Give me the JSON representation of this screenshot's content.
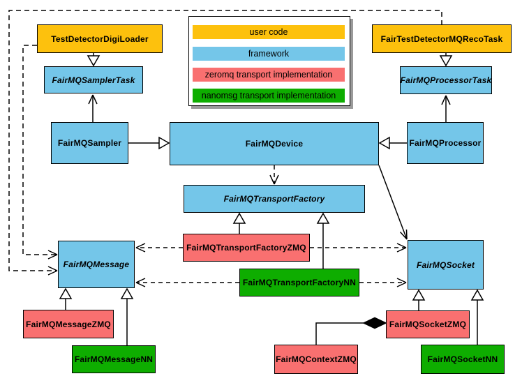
{
  "diagram": {
    "kind": "UML class diagram",
    "background": "#ffffff"
  },
  "palette": {
    "user_code": "#fdc10d",
    "framework": "#74c6e9",
    "zeromq": "#f97070",
    "nanomsg": "#0ead00",
    "line": "#000000",
    "legend_shadow": "#9a9a9a"
  },
  "legend": {
    "items": [
      {
        "label": "user code",
        "color": "#fdc10d"
      },
      {
        "label": "framework",
        "color": "#74c6e9"
      },
      {
        "label": "zeromq transport implementation",
        "color": "#f97070"
      },
      {
        "label": "nanomsg transport implementation",
        "color": "#0ead00"
      }
    ]
  },
  "nodes": {
    "test_detector_digi_loader": {
      "label": "TestDetectorDigiLoader",
      "category": "user code",
      "abstract": false
    },
    "fair_test_detector_mq_reco_task": {
      "label": "FairTestDetectorMQRecoTask",
      "category": "user code",
      "abstract": false
    },
    "fairmq_sampler_task": {
      "label": "FairMQSamplerTask",
      "category": "framework",
      "abstract": true
    },
    "fairmq_processor_task": {
      "label": "FairMQProcessorTask",
      "category": "framework",
      "abstract": true
    },
    "fairmq_sampler": {
      "label": "FairMQSampler",
      "category": "framework",
      "abstract": false
    },
    "fairmq_device": {
      "label": "FairMQDevice",
      "category": "framework",
      "abstract": false
    },
    "fairmq_processor": {
      "label": "FairMQProcessor",
      "category": "framework",
      "abstract": false
    },
    "fairmq_transport_factory": {
      "label": "FairMQTransportFactory",
      "category": "framework",
      "abstract": true
    },
    "fairmq_transport_factory_zmq": {
      "label": "FairMQTransportFactoryZMQ",
      "category": "zeromq",
      "abstract": false
    },
    "fairmq_transport_factory_nn": {
      "label": "FairMQTransportFactoryNN",
      "category": "nanomsg",
      "abstract": false
    },
    "fairmq_message": {
      "label": "FairMQMessage",
      "category": "framework",
      "abstract": true
    },
    "fairmq_socket": {
      "label": "FairMQSocket",
      "category": "framework",
      "abstract": true
    },
    "fairmq_message_zmq": {
      "label": "FairMQMessageZMQ",
      "category": "zeromq",
      "abstract": false
    },
    "fairmq_message_nn": {
      "label": "FairMQMessageNN",
      "category": "nanomsg",
      "abstract": false
    },
    "fairmq_context_zmq": {
      "label": "FairMQContextZMQ",
      "category": "zeromq",
      "abstract": false
    },
    "fairmq_socket_zmq": {
      "label": "FairMQSocketZMQ",
      "category": "zeromq",
      "abstract": false
    },
    "fairmq_socket_nn": {
      "label": "FairMQSocketNN",
      "category": "nanomsg",
      "abstract": false
    }
  },
  "edges": [
    {
      "from": "TestDetectorDigiLoader",
      "to": "FairMQSamplerTask",
      "type": "inheritance-triangle"
    },
    {
      "from": "FairTestDetectorMQRecoTask",
      "to": "FairMQProcessorTask",
      "type": "inheritance-triangle"
    },
    {
      "from": "FairMQSampler",
      "to": "FairMQSamplerTask",
      "type": "solid-open-arrow"
    },
    {
      "from": "FairMQProcessor",
      "to": "FairMQProcessorTask",
      "type": "solid-open-arrow"
    },
    {
      "from": "FairMQSampler",
      "to": "FairMQDevice",
      "type": "inheritance-triangle"
    },
    {
      "from": "FairMQProcessor",
      "to": "FairMQDevice",
      "type": "inheritance-triangle"
    },
    {
      "from": "FairMQDevice",
      "to": "FairMQTransportFactory",
      "type": "dashed-open-arrow"
    },
    {
      "from": "FairMQDevice",
      "to": "FairMQSocket",
      "type": "solid-open-arrow"
    },
    {
      "from": "FairMQTransportFactoryZMQ",
      "to": "FairMQTransportFactory",
      "type": "inheritance-triangle"
    },
    {
      "from": "FairMQTransportFactoryNN",
      "to": "FairMQTransportFactory",
      "type": "inheritance-triangle"
    },
    {
      "from": "FairMQTransportFactoryZMQ",
      "to": "FairMQMessage",
      "type": "dashed-open-arrow"
    },
    {
      "from": "FairMQTransportFactoryZMQ",
      "to": "FairMQSocket",
      "type": "dashed-open-arrow"
    },
    {
      "from": "FairMQTransportFactoryNN",
      "to": "FairMQMessage",
      "type": "dashed-open-arrow"
    },
    {
      "from": "FairMQTransportFactoryNN",
      "to": "FairMQSocket",
      "type": "dashed-open-arrow"
    },
    {
      "from": "TestDetectorDigiLoader",
      "to": "FairMQMessage",
      "type": "dashed-open-arrow"
    },
    {
      "from": "FairTestDetectorMQRecoTask",
      "to": "FairMQMessage",
      "type": "dashed-open-arrow"
    },
    {
      "from": "FairMQMessageZMQ",
      "to": "FairMQMessage",
      "type": "inheritance-triangle"
    },
    {
      "from": "FairMQMessageNN",
      "to": "FairMQMessage",
      "type": "inheritance-triangle"
    },
    {
      "from": "FairMQSocketZMQ",
      "to": "FairMQSocket",
      "type": "inheritance-triangle"
    },
    {
      "from": "FairMQSocketNN",
      "to": "FairMQSocket",
      "type": "inheritance-triangle"
    },
    {
      "from": "FairMQContextZMQ",
      "to": "FairMQSocketZMQ",
      "type": "composition-diamond"
    }
  ]
}
